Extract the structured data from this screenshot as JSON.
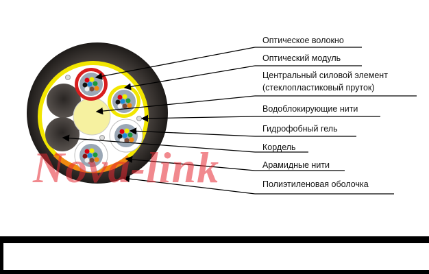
{
  "labels": [
    "Оптическое волокно",
    "Оптический модуль",
    "Центральный силовой элемент",
    "(стеклопластиковый пруток)",
    "Водоблокирующие нити",
    "Гидрофобный гель",
    "Кордель",
    "Арамидные нити",
    "Полиэтиленовая оболочка"
  ],
  "watermark": "Nova-link",
  "colors": {
    "sheath": "#2e2a28",
    "armor": "#f2e600",
    "module_red": "#d81e1e",
    "gel": "#9aa7b5",
    "core": "#f6f1a0",
    "watermark": "#e62832"
  }
}
